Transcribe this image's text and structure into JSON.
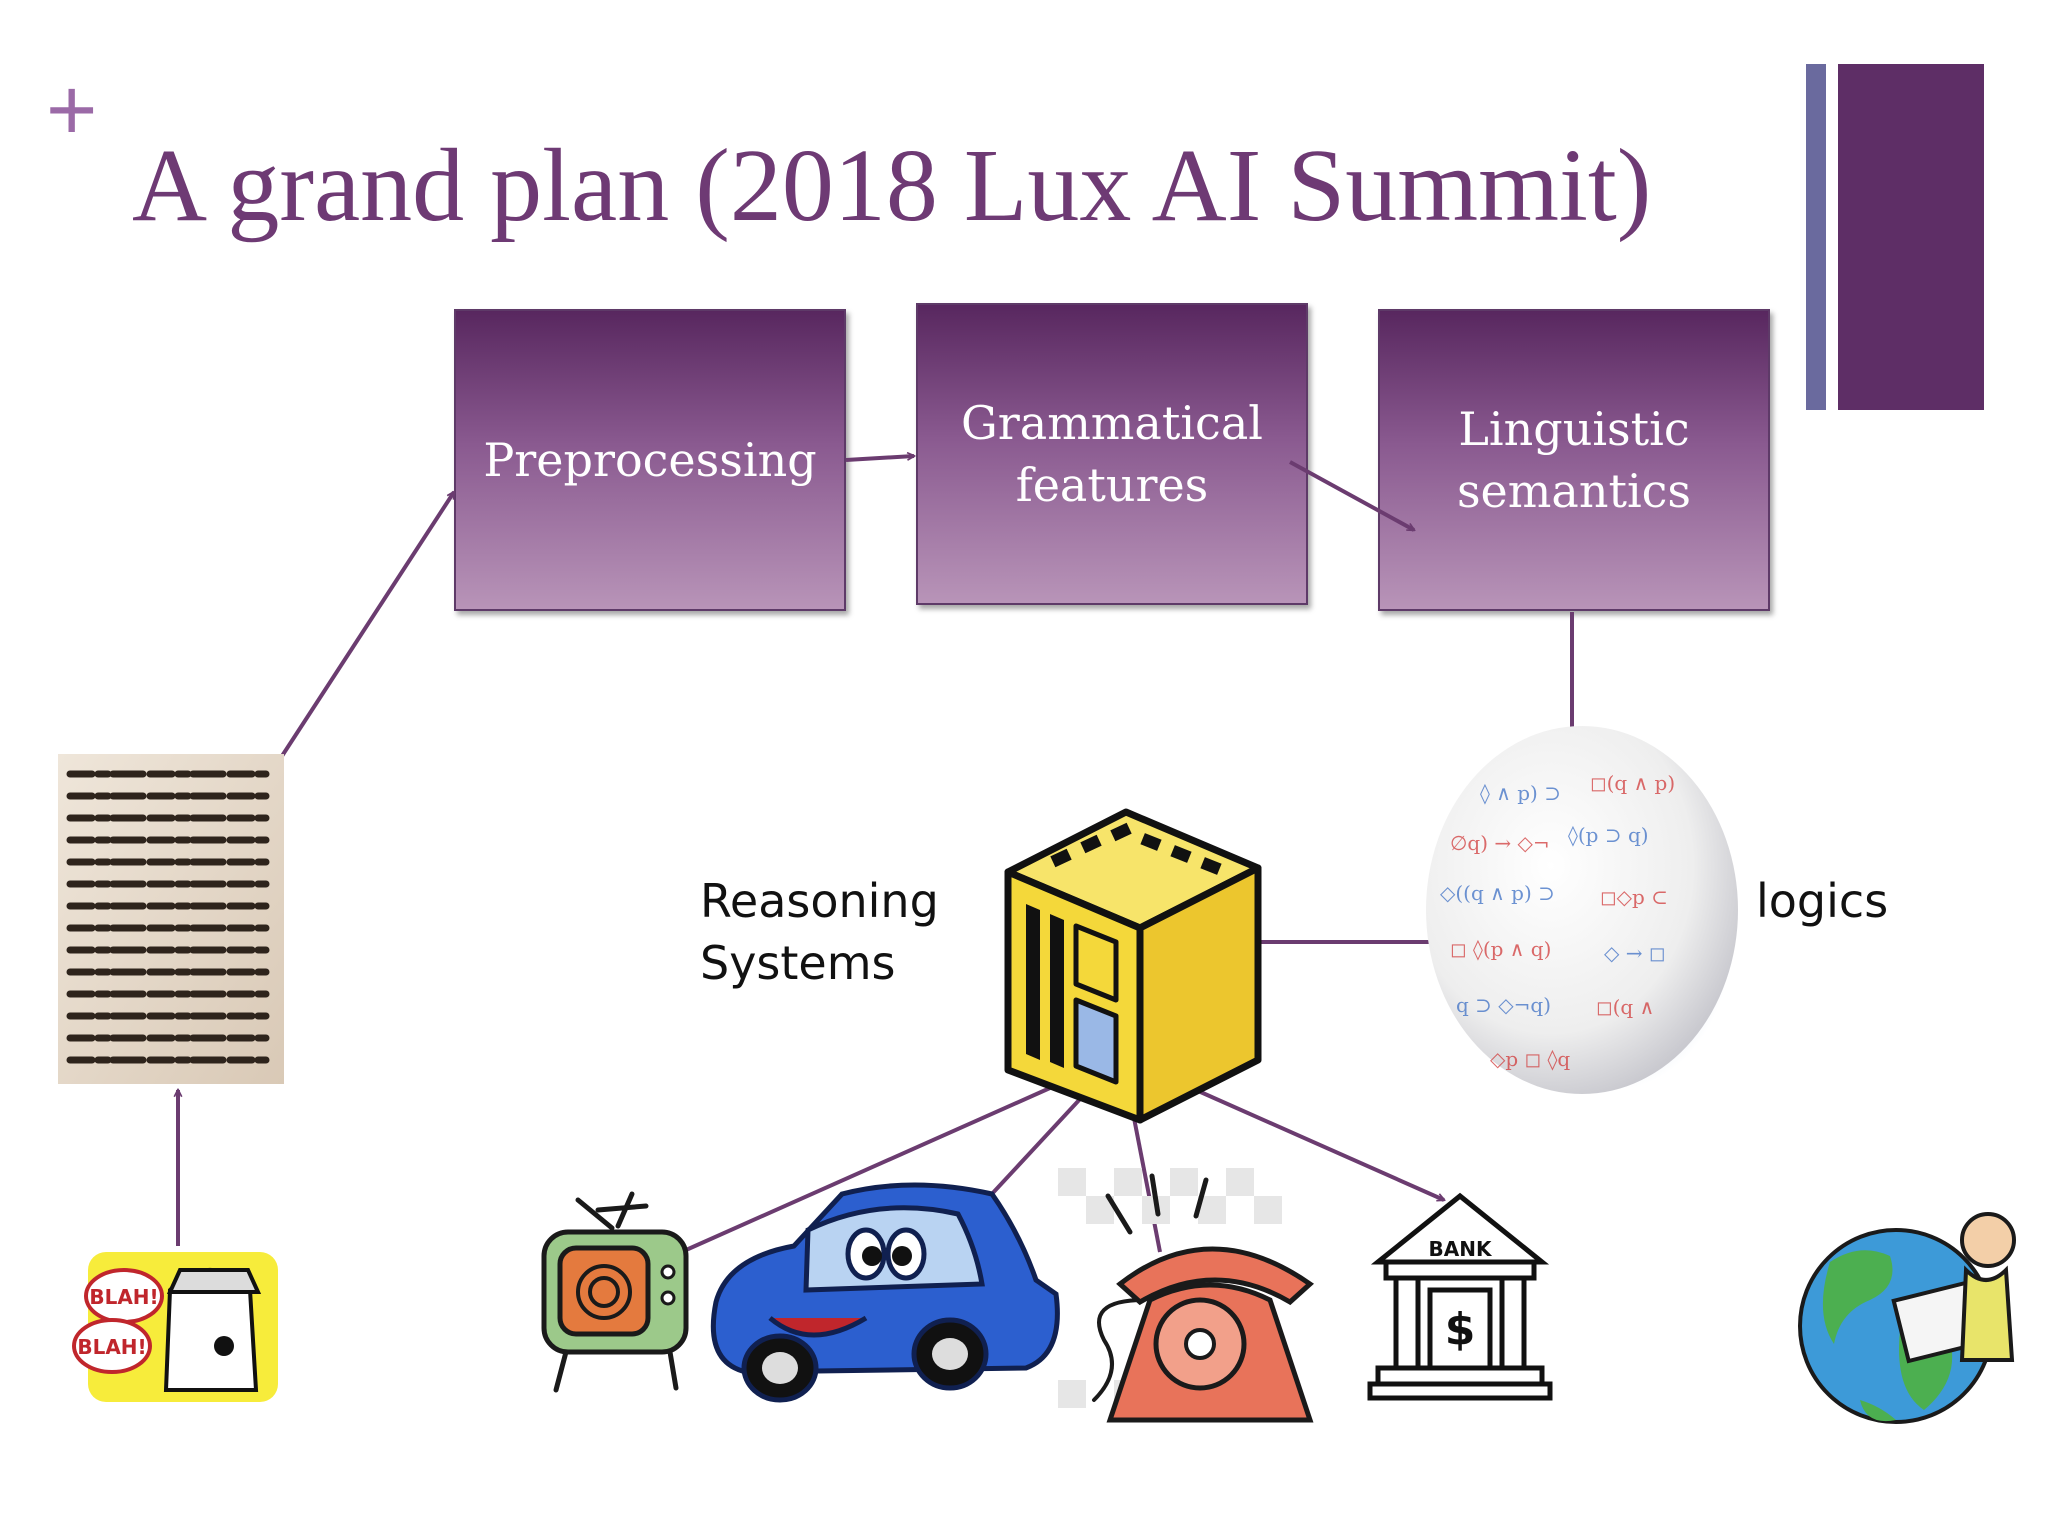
{
  "slide": {
    "marker": "+",
    "title": "A grand plan (2018 Lux AI Summit)",
    "colors": {
      "accent": "#9b6aa7",
      "title": "#6e3a74",
      "bar_light": "#6a6a9e",
      "bar_dark": "#5e2e66",
      "arrow": "#6b3c70",
      "cube": "#f4d83a"
    }
  },
  "diagram": {
    "boxes": [
      {
        "id": "preprocessing",
        "label": "Preprocessing"
      },
      {
        "id": "grammatical-features",
        "label": "Grammatical\nfeatures"
      },
      {
        "id": "linguistic-semantics",
        "label": "Linguistic\nsemantics"
      }
    ],
    "labels": {
      "reasoning_systems": "Reasoning\nSystems",
      "logics": "logics"
    },
    "images": {
      "manuscript": "manuscript-text-image",
      "speaker": "blah-blah-speaker-image",
      "cube": "reasoning-cube-icon",
      "sphere": "logic-formula-sphere-image",
      "tv": "television-icon",
      "car": "cartoon-car-icon",
      "phone": "rotary-phone-icon",
      "bank": "bank-building-icon",
      "globe": "globe-with-reader-image"
    },
    "image_text": {
      "blah": "BLAH!",
      "bank": "BANK"
    }
  }
}
